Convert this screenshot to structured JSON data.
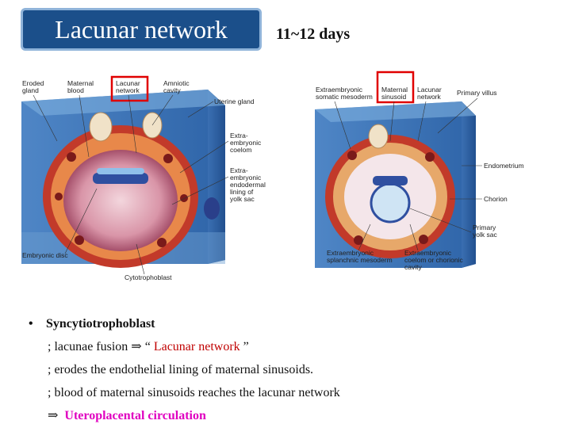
{
  "header": {
    "title": "Lacunar network",
    "subtitle": "11~12 days"
  },
  "figure": {
    "left_labels": {
      "eroded_gland": [
        "Eroded",
        "gland"
      ],
      "maternal_blood": [
        "Maternal",
        "blood"
      ],
      "lacunar_network": [
        "Lacunar",
        "network"
      ],
      "amniotic_cavity": [
        "Amniotic",
        "cavity"
      ],
      "uterine_gland": "Uterine gland",
      "extraembryonic_coelom": [
        "Extra-",
        "embryonic",
        "coelom"
      ],
      "endodermal_lining": [
        "Extra-",
        "embryonic",
        "endodermal",
        "lining of",
        "yolk sac"
      ],
      "embryonic_disc": "Embryonic disc",
      "cytotrophoblast": "Cytotrophoblast"
    },
    "right_labels": {
      "somatic_mesoderm": [
        "Extraembryonic",
        "somatic mesoderm"
      ],
      "maternal_sinusoid": [
        "Maternal",
        "sinusoid"
      ],
      "lacunar_network": [
        "Lacunar",
        "network"
      ],
      "primary_villus": "Primary villus",
      "endometrium": "Endometrium",
      "chorion": "Chorion",
      "splanchnic_mesoderm": [
        "Extraembryonic",
        "splanchnic mesoderm"
      ],
      "chorionic_cavity": [
        "Extraembryonic",
        "coelom or chorionic",
        "cavity"
      ],
      "primary_yolk_sac": [
        "Primary",
        "yolk sac"
      ]
    },
    "highlight_color": "#e00000"
  },
  "bullets": {
    "heading": "Syncytiotrophoblast",
    "line1_pre": "; lacunae fusion ⇒ “ ",
    "line1_em": "Lacunar network",
    "line1_post": " ”",
    "line2": "; erodes the endothelial lining of maternal sinusoids.",
    "line3": "; blood of maternal sinusoids reaches the lacunar network",
    "line4_arrow": "⇒",
    "line4_em": "Uteroplacental circulation"
  }
}
